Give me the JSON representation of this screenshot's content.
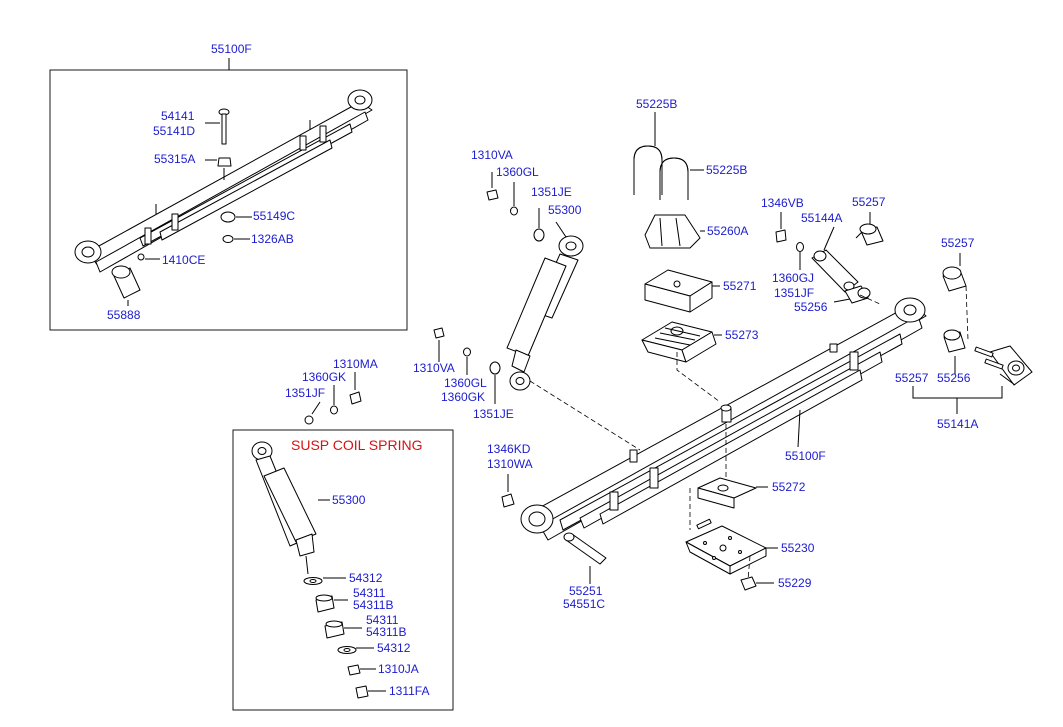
{
  "labels": {
    "p55100F_top": "55100F",
    "p54141": "54141",
    "p55141D": "55141D",
    "p55315A": "55315A",
    "p55149C": "55149C",
    "p1326AB": "1326AB",
    "p1410CE": "1410CE",
    "p55888": "55888",
    "p1310VA_a": "1310VA",
    "p1360GL_a": "1360GL",
    "p1351JE_a": "1351JE",
    "p55300_a": "55300",
    "p55225B_a": "55225B",
    "p55225B_b": "55225B",
    "p55260A": "55260A",
    "p55271": "55271",
    "p55273": "55273",
    "p1346VB": "1346VB",
    "p55144A": "55144A",
    "p55257_a": "55257",
    "p55257_b": "55257",
    "p1360GJ": "1360GJ",
    "p1351JF_a": "1351JF",
    "p55256_a": "55256",
    "p55257_c": "55257",
    "p55256_b": "55256",
    "p55141A": "55141A",
    "p1310MA": "1310MA",
    "p1360GK_a": "1360GK",
    "p1351JF_b": "1351JF",
    "p1310VA_b": "1310VA",
    "p1360GL_b": "1360GL",
    "p1360GK_b": "1360GK",
    "p1351JE_b": "1351JE",
    "susp_title": "SUSP COIL SPRING",
    "p55300_b": "55300",
    "p54312_a": "54312",
    "p54311_a": "54311",
    "p54311B_a": "54311B",
    "p54311_b": "54311",
    "p54311B_b": "54311B",
    "p54312_b": "54312",
    "p1310JA": "1310JA",
    "p1311FA": "1311FA",
    "p1346KD": "1346KD",
    "p1310WA": "1310WA",
    "p55100F_main": "55100F",
    "p55272": "55272",
    "p55230": "55230",
    "p55251": "55251",
    "p54551C": "54551C",
    "p55229": "55229"
  },
  "colors": {
    "label": "#1c1ccf",
    "title": "#d41414",
    "line": "#000000"
  }
}
